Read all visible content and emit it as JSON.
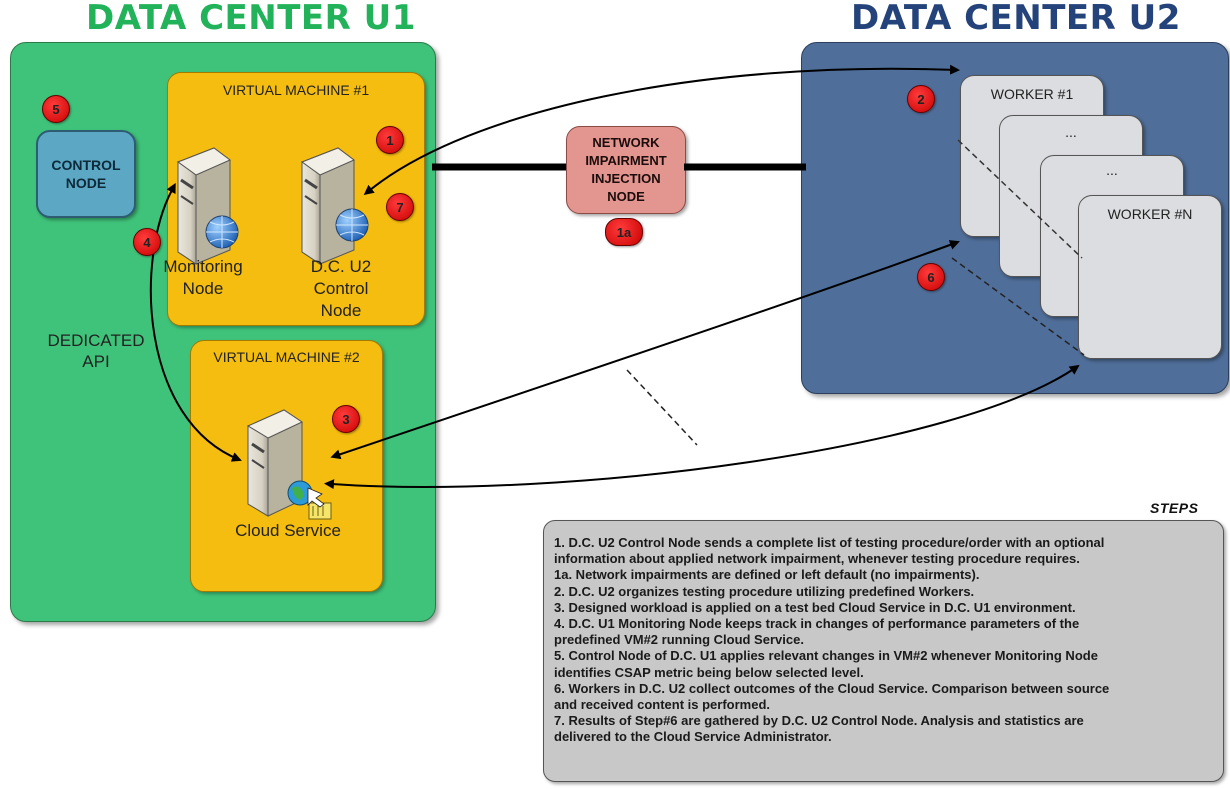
{
  "dc1": {
    "title": "DATA CENTER U1",
    "title_color": "#22b25a",
    "vm1_title": "VIRTUAL MACHINE #1",
    "vm2_title": "VIRTUAL MACHINE #2",
    "control_node": [
      "CONTROL",
      "NODE"
    ],
    "monitoring_node": [
      "Monitoring",
      "Node"
    ],
    "dcu2_control_node": [
      "D.C. U2",
      "Control",
      "Node"
    ],
    "cloud_service": "Cloud Service",
    "dedicated_api": [
      "DEDICATED",
      "API"
    ]
  },
  "dc2": {
    "title": "DATA CENTER U2",
    "title_color": "#23437a",
    "worker1": "WORKER #1",
    "worker_mid": "...",
    "worker_n": "WORKER #N"
  },
  "network_node": [
    "NETWORK",
    "IMPAIRMENT",
    "INJECTION",
    "NODE"
  ],
  "badges": {
    "b1": "1",
    "b1a": "1a",
    "b2": "2",
    "b3": "3",
    "b4": "4",
    "b5": "5",
    "b6": "6",
    "b7": "7"
  },
  "steps": {
    "title": "STEPS",
    "lines": [
      "1. D.C. U2 Control Node sends a complete list of testing procedure/order with an optional",
      "information about applied network impairment, whenever testing procedure requires.",
      "1a. Network impairments are defined or left default (no impairments).",
      "2. D.C. U2 organizes testing procedure utilizing predefined Workers.",
      "3. Designed workload is applied on a test bed Cloud Service in D.C. U1 environment.",
      "4. D.C. U1 Monitoring Node keeps track in changes of performance parameters of the",
      "predefined VM#2 running Cloud Service.",
      "5. Control Node of D.C. U1 applies relevant changes in VM#2 whenever Monitoring Node",
      "identifies CSAP metric being below selected level.",
      "6. Workers in D.C. U2 collect outcomes of the Cloud Service. Comparison between source",
      "and received content is performed.",
      "7. Results of Step#6 are gathered by D.C. U2 Control Node. Analysis and statistics are",
      "delivered to the Cloud Service Administrator."
    ]
  }
}
